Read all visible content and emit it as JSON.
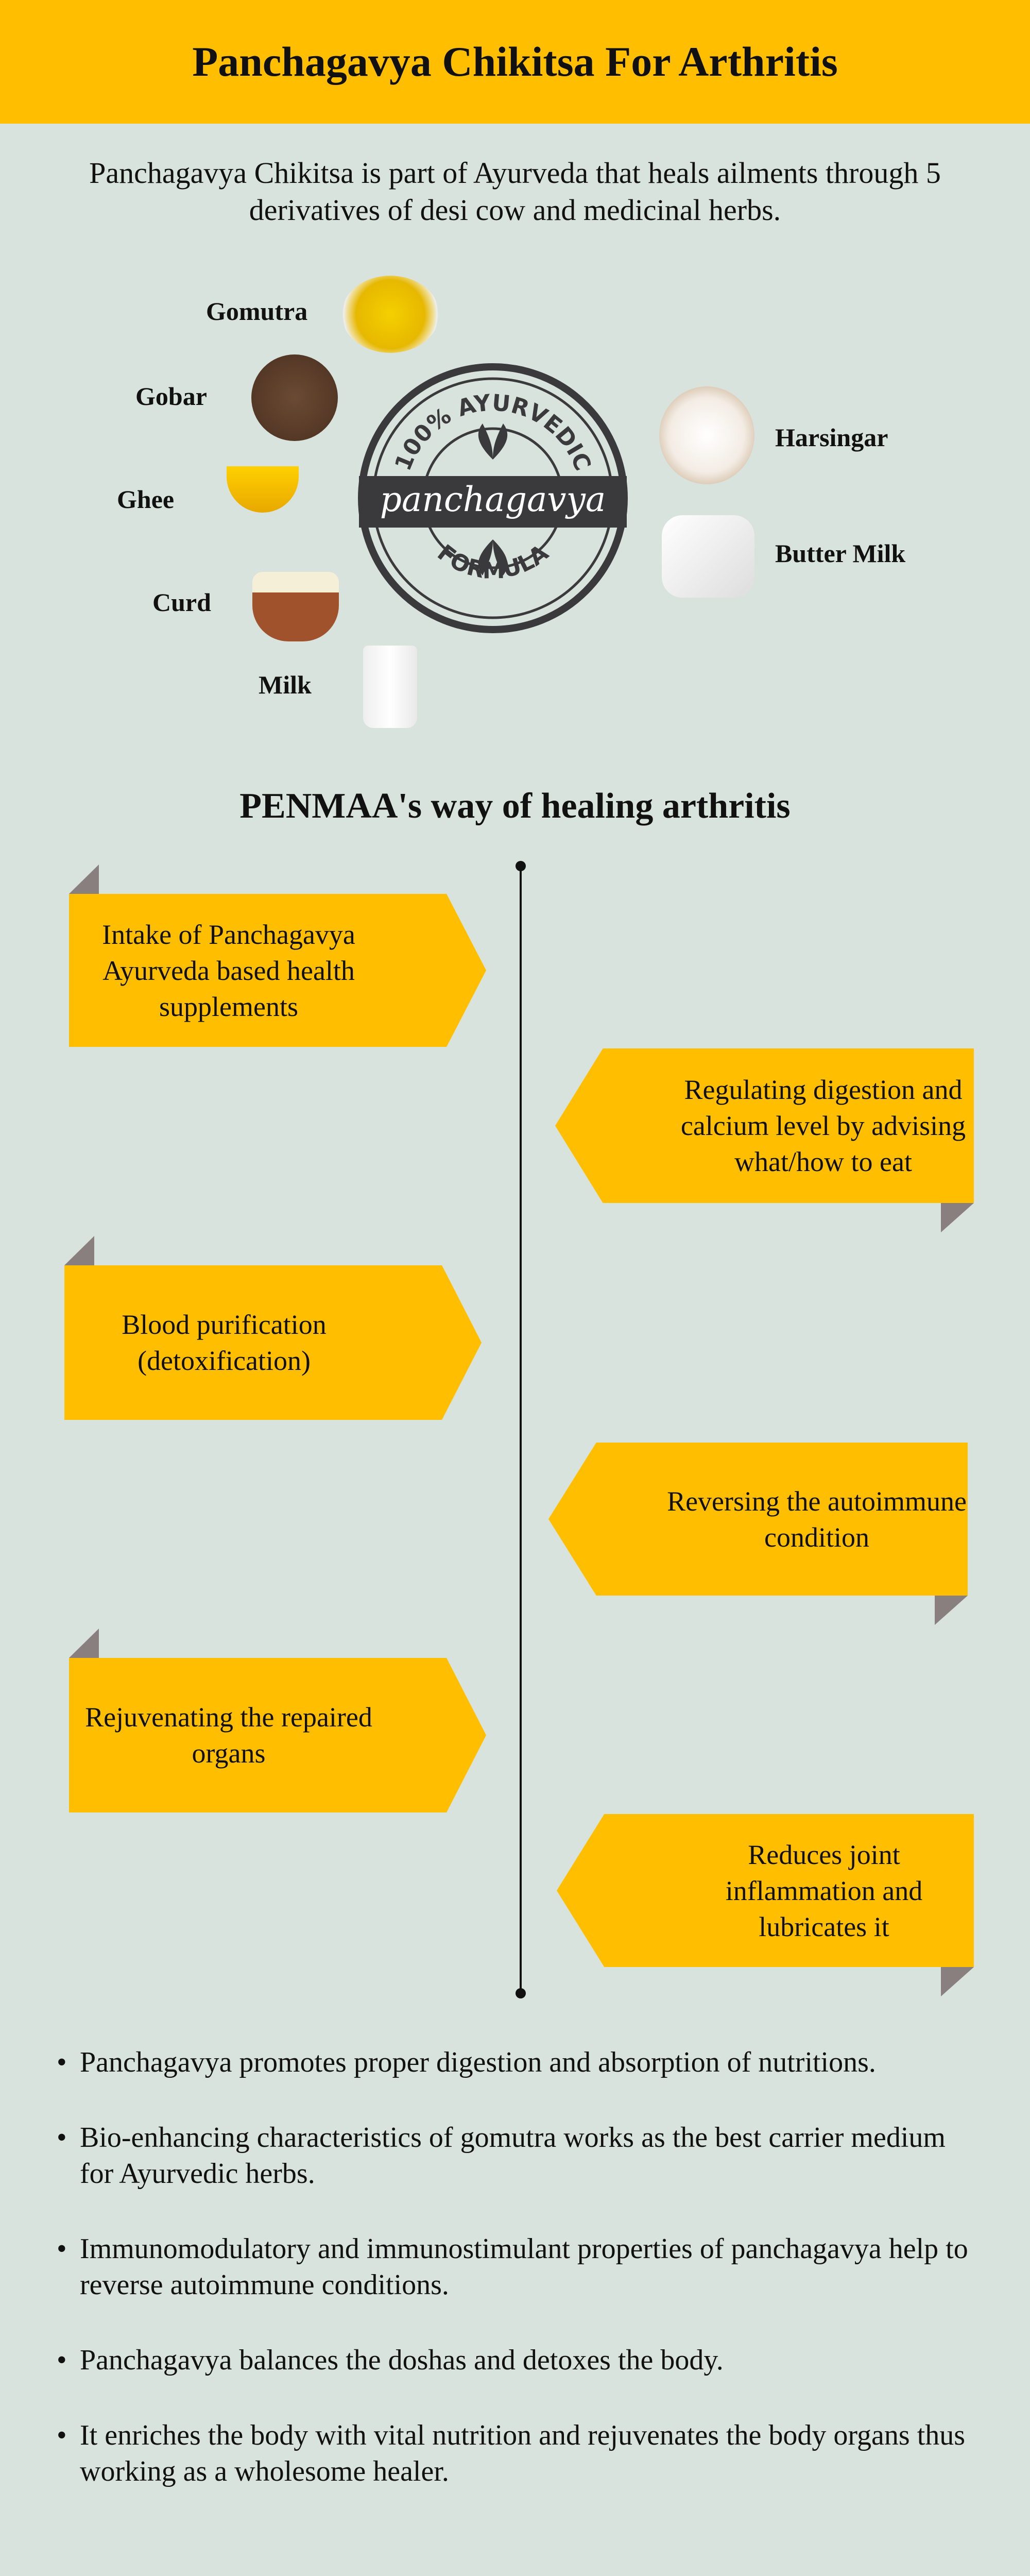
{
  "title": "Panchagavya Chikitsa For Arthritis",
  "intro": "Panchagavya Chikitsa is part of Ayurveda that heals ailments through 5 derivatives of desi cow and medicinal herbs.",
  "ingredients": {
    "gomutra": "Gomutra",
    "gobar": "Gobar",
    "ghee": "Ghee",
    "curd": "Curd",
    "milk": "Milk",
    "harsingar": "Harsingar",
    "buttermilk": "Butter Milk"
  },
  "stamp": {
    "top": "100% AYURVEDIC",
    "middle": "panchagavya",
    "bottom": "FORMULA"
  },
  "heading": "PENMAA's way of healing arthritis",
  "steps": [
    "Intake of Panchagavya Ayurveda based health supplements",
    "Regulating digestion and calcium level by advising what/how to eat",
    "Blood purification (detoxification)",
    "Reversing the autoimmune condition",
    "Rejuvenating the repaired organs",
    "Reduces joint inflammation and lubricates it"
  ],
  "bullets": [
    "Panchagavya promotes proper digestion and absorption of nutritions.",
    "Bio-enhancing characteristics of gomutra works as the best carrier medium for Ayurvedic herbs.",
    "Immunomodulatory and immunostimulant properties of panchagavya help to reverse autoimmune conditions.",
    "Panchagavya balances the doshas and detoxes the body.",
    "It enriches the body with vital nutrition and rejuvenates the body organs thus working as a wholesome healer."
  ],
  "colors": {
    "accent": "#ffbf00",
    "background": "#d8e3dd",
    "flap": "#8a7f7f",
    "stamp": "#3a3a3c"
  }
}
